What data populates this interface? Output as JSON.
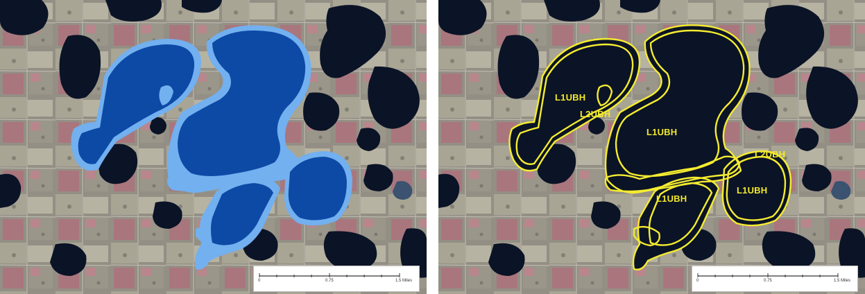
{
  "colors": {
    "land": "#8f8d83",
    "land_light": "#b9b7a6",
    "field_pink": "#b76f80",
    "dark_water": "#0b1326",
    "deep_blue": "#0d4aa6",
    "shallow_blue": "#72b0f0",
    "outline_yellow": "#f4ec30"
  },
  "scale_bar": {
    "labels": [
      "0",
      "0.75",
      "1.5 Miles"
    ]
  },
  "wetland_labels": [
    {
      "id": "l1ubh-northwest",
      "text": "L1UBH"
    },
    {
      "id": "l2ubh-northwest",
      "text": "L2UBH"
    },
    {
      "id": "l1ubh-central",
      "text": "L1UBH"
    },
    {
      "id": "l2ubh-east",
      "text": "L2UBH"
    },
    {
      "id": "l1ubh-south",
      "text": "L1UBH"
    },
    {
      "id": "l1ubh-east",
      "text": "L1UBH"
    }
  ]
}
